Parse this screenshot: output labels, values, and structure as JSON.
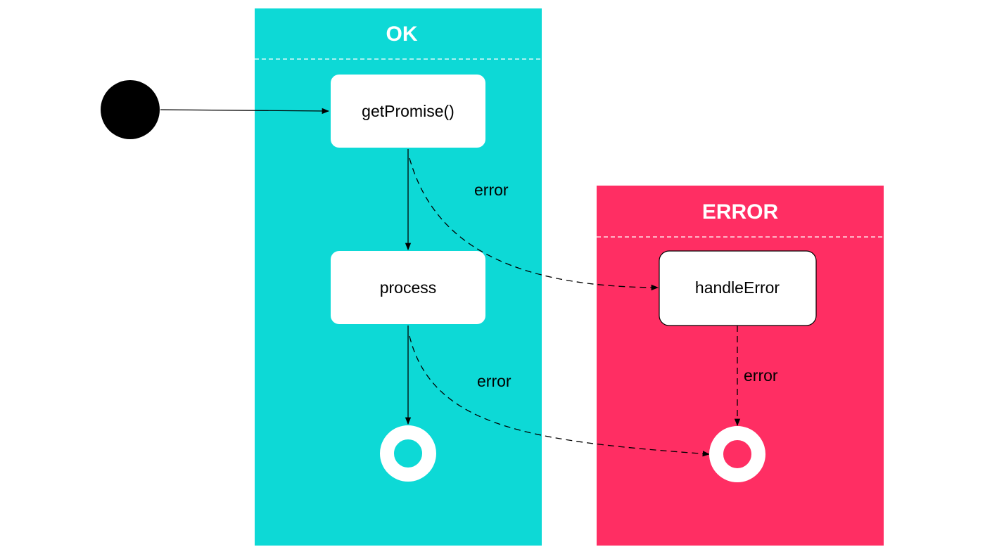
{
  "diagram": {
    "type": "state-diagram",
    "colors": {
      "ok_lane": "#0dd9d6",
      "error_lane": "#ff2e63",
      "state_fill": "#ffffff",
      "arrow": "#000000",
      "initial": "#000000"
    },
    "lanes": [
      {
        "id": "ok",
        "title": "OK"
      },
      {
        "id": "error",
        "title": "ERROR"
      }
    ],
    "states": [
      {
        "id": "getPromise",
        "label": "getPromise()",
        "lane": "ok"
      },
      {
        "id": "process",
        "label": "process",
        "lane": "ok"
      },
      {
        "id": "handleError",
        "label": "handleError",
        "lane": "error"
      }
    ],
    "pseudo_states": [
      {
        "id": "initial",
        "kind": "initial"
      },
      {
        "id": "final_ok",
        "kind": "final",
        "lane": "ok"
      },
      {
        "id": "final_error",
        "kind": "final",
        "lane": "error"
      }
    ],
    "transitions": [
      {
        "from": "initial",
        "to": "getPromise",
        "style": "solid",
        "label": ""
      },
      {
        "from": "getPromise",
        "to": "process",
        "style": "solid",
        "label": ""
      },
      {
        "from": "getPromise",
        "to": "handleError",
        "style": "dashed",
        "label": "error"
      },
      {
        "from": "process",
        "to": "final_ok",
        "style": "solid",
        "label": ""
      },
      {
        "from": "process",
        "to": "final_error",
        "style": "dashed",
        "label": "error"
      },
      {
        "from": "handleError",
        "to": "final_error",
        "style": "dashed",
        "label": "error"
      }
    ]
  }
}
